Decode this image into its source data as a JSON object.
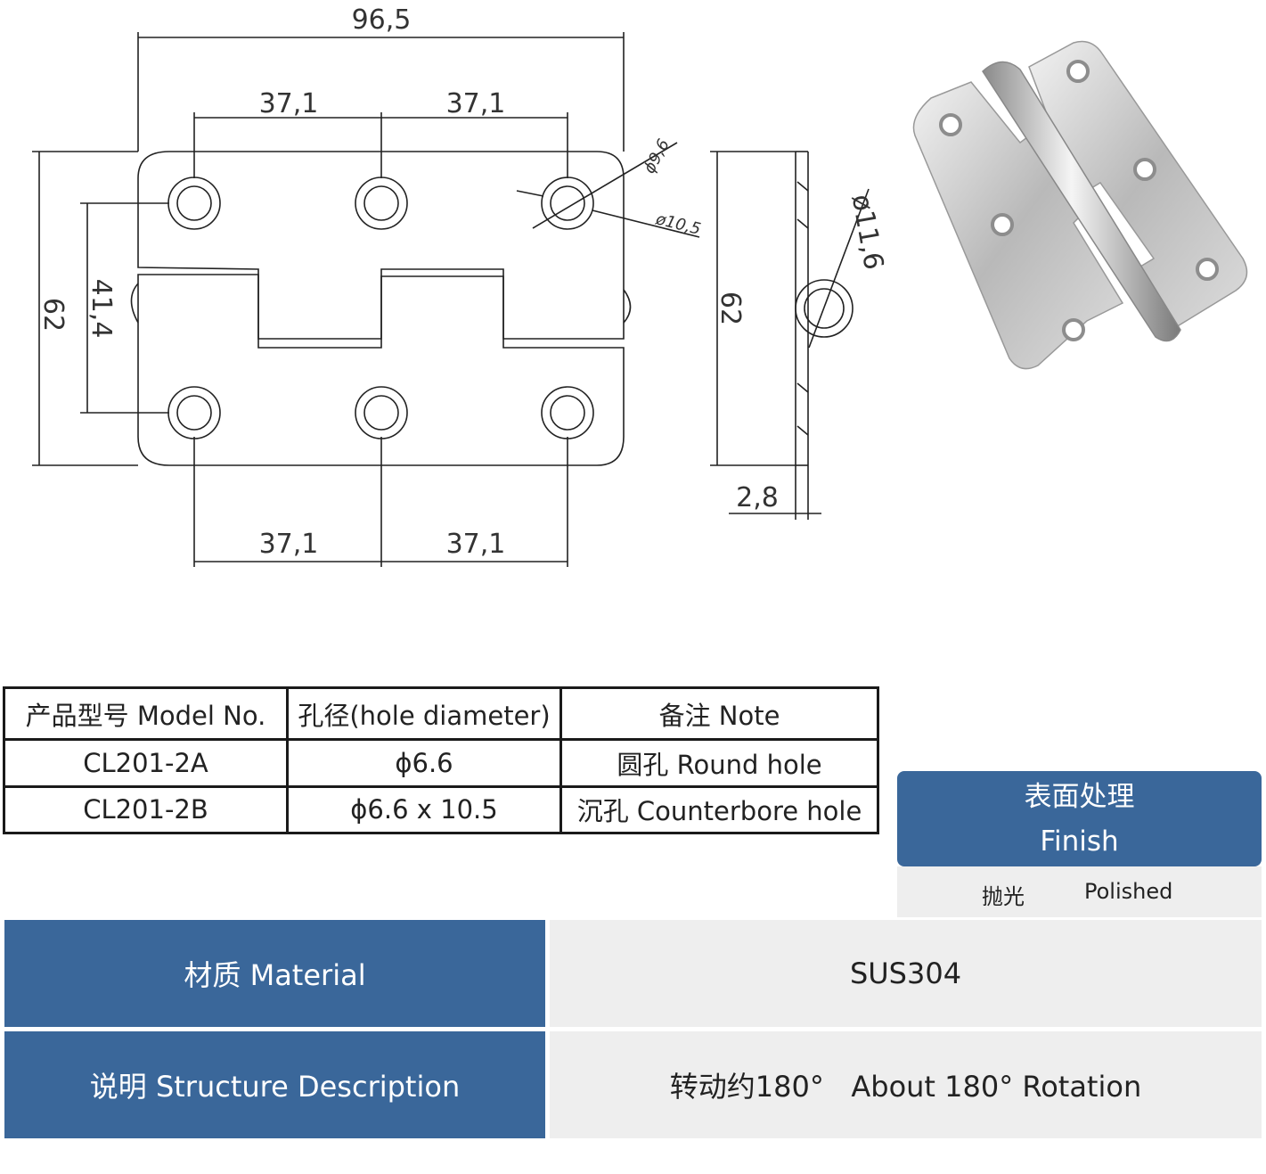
{
  "drawing": {
    "dims": {
      "overall_width": "96,5",
      "pitch_top_left": "37,1",
      "pitch_top_right": "37,1",
      "pitch_bottom_left": "37,1",
      "pitch_bottom_right": "37,1",
      "overall_height": "62",
      "hole_spacing": "41,4",
      "hole_dia": "ϕ9,6",
      "counterbore_dia": "ø10,5",
      "knuckle_dia": "ø11,6",
      "side_height": "62",
      "thickness": "2,8"
    }
  },
  "spec_table": {
    "headers": [
      "产品型号 Model No.",
      "孔径(hole diameter)",
      "备注 Note"
    ],
    "rows": [
      [
        "CL201-2A",
        "ϕ6.6",
        "圆孔 Round hole"
      ],
      [
        "CL201-2B",
        "ϕ6.6 x 10.5",
        "沉孔 Counterbore hole"
      ]
    ]
  },
  "finish": {
    "title_zh": "表面处理",
    "title_en": "Finish",
    "value_zh": "抛光",
    "value_en": "Polished"
  },
  "material": {
    "label": "材质 Material",
    "value": "SUS304"
  },
  "structure": {
    "label": "说明 Structure Description",
    "value": "转动约180°   About 180° Rotation"
  },
  "colors": {
    "header_blue": "#3a679a",
    "panel_gray": "#eeeeee"
  }
}
